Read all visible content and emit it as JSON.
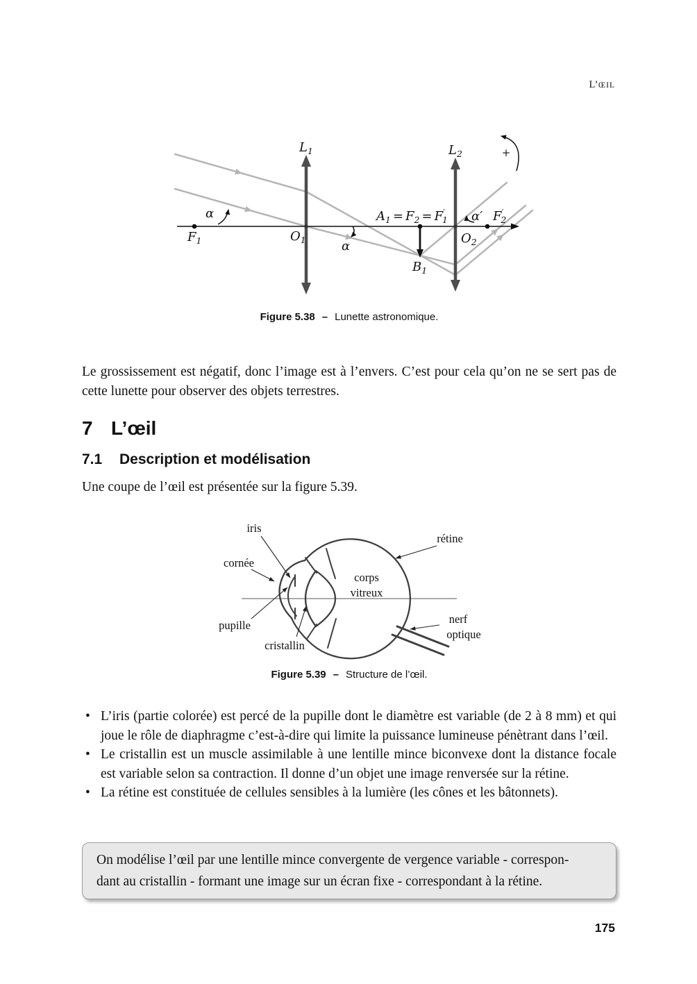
{
  "header": {
    "prefix": "L’",
    "caps": "ŒIL"
  },
  "figures": {
    "telescope": {
      "caption_label": "Figure 5.38",
      "caption_dash": "–",
      "caption_text": "Lunette astronomique.",
      "labels": {
        "L1": {
          "main": "L",
          "sub": "1"
        },
        "L2": {
          "main": "L",
          "sub": "2"
        },
        "F1": {
          "main": "F",
          "sub": "1"
        },
        "O1": {
          "main": "O",
          "sub": "1"
        },
        "O2": {
          "main": "O",
          "sub": "2"
        },
        "B1": {
          "main": "B",
          "sub": "1"
        },
        "alpha": "α",
        "alpha_axis": "α",
        "alpha_prime": "α′",
        "image_eq": {
          "A": "A",
          "A_sub": "1",
          "eq": "=",
          "F": "F",
          "F_sub": "2",
          "Fp": "F",
          "Fp_prime": "′",
          "Fp_sub": "1"
        },
        "F2p": {
          "main": "F",
          "prime": "′",
          "sub": "2"
        },
        "plus": "+"
      }
    },
    "eye": {
      "caption_label": "Figure 5.39",
      "caption_dash": "–",
      "caption_text": "Structure de l’œil.",
      "labels": {
        "iris": "iris",
        "cornee": "cornée",
        "pupille": "pupille",
        "cristallin": "cristallin",
        "corps": "corps",
        "vitreux": "vitreux",
        "retine": "rétine",
        "nerf": "nerf",
        "optique": "optique"
      }
    }
  },
  "paragraphs": {
    "p1": "Le grossissement est négatif, donc l’image est à l’envers. C’est pour cela qu’on ne se sert pas de cette lunette pour observer des objets terrestres.",
    "p2": "Une coupe de l’œil est présentée sur la figure 5.39."
  },
  "sections": {
    "h1_number": "7",
    "h1_title": "L’œil",
    "h2_number": "7.1",
    "h2_title": "Description et modélisation"
  },
  "bullets": [
    {
      "text": "L’iris (partie colorée) est percé de la pupille dont le diamètre est variable (de 2 à 8 mm) et qui joue le rôle de diaphragme c’est-à-dire qui limite la puissance lumineuse pénètrant dans l’œil."
    },
    {
      "text": "Le cristallin est un muscle assimilable à une lentille mince biconvexe dont la distance focale est variable selon sa contraction. Il donne d’un objet une image renversée sur la rétine."
    },
    {
      "text": "La rétine est constituée de cellules sensibles à la lumière (les cônes et les bâtonnets)."
    }
  ],
  "note_box": {
    "lines": [
      "On modélise l’œil par une lentille mince convergente de vergence variable - correspon-",
      "dant au cristallin - formant une image sur un écran fixe - correspondant à la rétine."
    ]
  },
  "page_number": "175",
  "colors": {
    "ray_gray": "#b5b5b5",
    "lens_gray": "#4d4d4d",
    "box_bg": "#e8e8e8",
    "box_border": "#9e9e9e"
  }
}
